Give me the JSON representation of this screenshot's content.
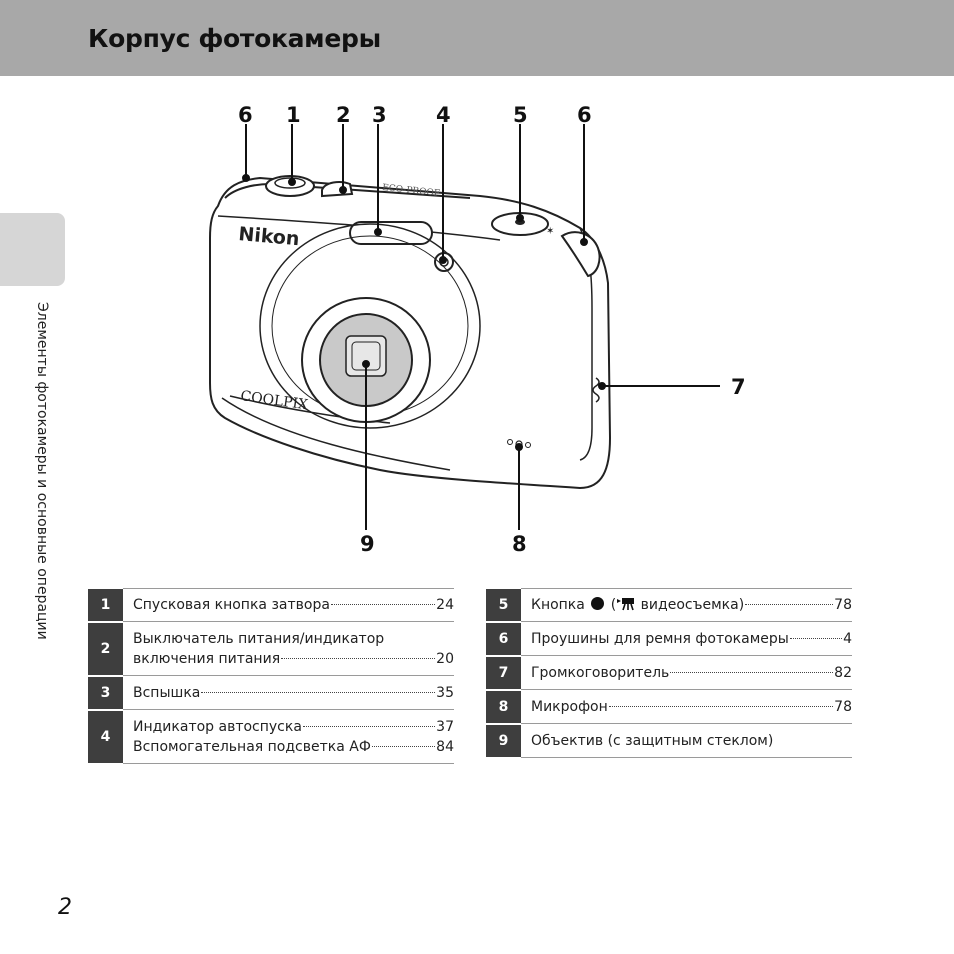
{
  "page": {
    "title": "Корпус фотокамеры",
    "side_label": "Элементы фотокамеры и основные операции",
    "page_number": "2"
  },
  "figure": {
    "brand": "Nikon",
    "model": "COOLPIX",
    "callouts": [
      "6",
      "1",
      "2",
      "3",
      "4",
      "5",
      "6",
      "7",
      "8",
      "9"
    ]
  },
  "legend_left": [
    {
      "num": "1",
      "lines": [
        {
          "label": "Спусковая кнопка затвора",
          "page": "24"
        }
      ]
    },
    {
      "num": "2",
      "lines": [
        {
          "label": "Выключатель питания/индикатор",
          "page": ""
        },
        {
          "label": "включения питания",
          "page": "20"
        }
      ]
    },
    {
      "num": "3",
      "lines": [
        {
          "label": "Вспышка",
          "page": "35"
        }
      ]
    },
    {
      "num": "4",
      "lines": [
        {
          "label": "Индикатор автоспуска",
          "page": "37"
        },
        {
          "label": "Вспомогательная подсветка АФ",
          "page": "84"
        }
      ]
    }
  ],
  "legend_right": [
    {
      "num": "5",
      "label_before": "Кнопка",
      "label_open": "(",
      "label_after": " видеосъемка)",
      "page": "78"
    },
    {
      "num": "6",
      "label": "Проушины для ремня фотокамеры",
      "page": "4"
    },
    {
      "num": "7",
      "label": "Громкоговоритель",
      "page": "82"
    },
    {
      "num": "8",
      "label": "Микрофон",
      "page": "78"
    },
    {
      "num": "9",
      "label": "Объектив (с защитным стеклом)",
      "page": ""
    }
  ],
  "icons": {
    "shutter": "filled-circle-icon",
    "movie": "movie-camera-icon"
  }
}
